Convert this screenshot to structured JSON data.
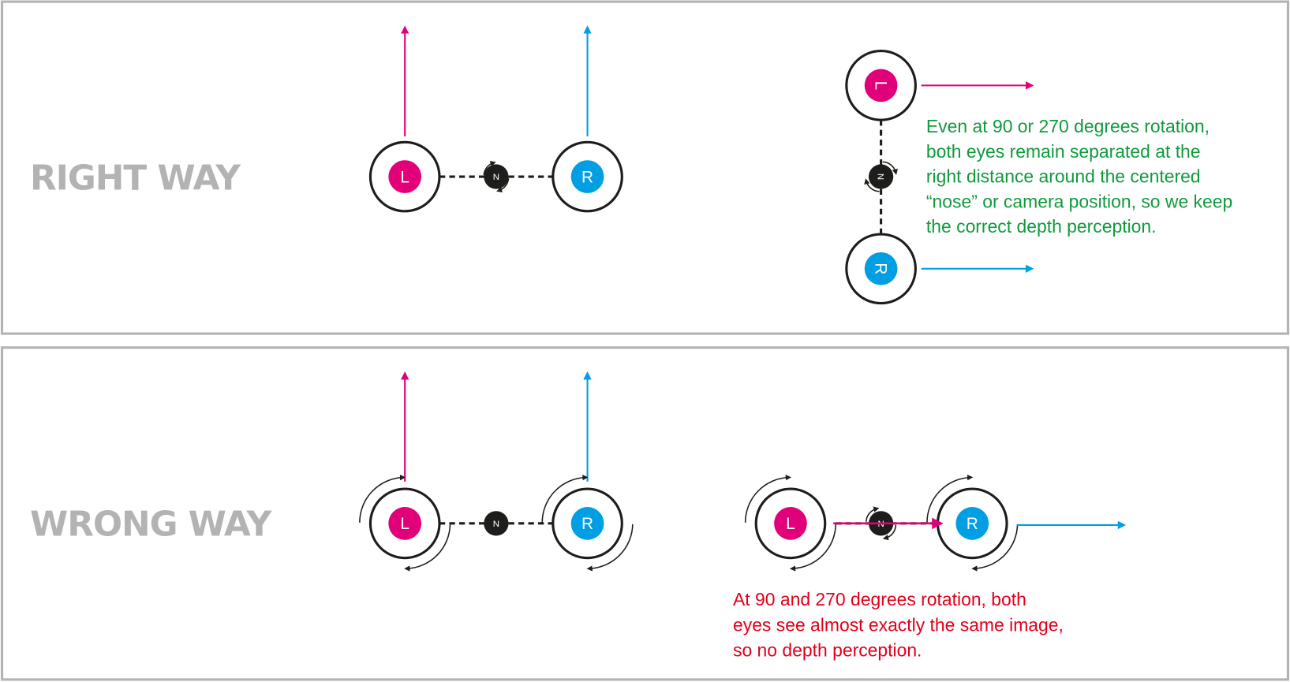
{
  "colors": {
    "left_eye": "#e2007a",
    "right_eye": "#009fe3",
    "nose": "#1d1d1b",
    "frame": "#b3b3b3",
    "title": "#b3b3b3",
    "good_note": "#0f9a3c",
    "bad_note": "#e2001a"
  },
  "panels": [
    {
      "title": "RIGHT WAY",
      "left_eye_label": "L",
      "right_eye_label": "R",
      "nose_label": "N",
      "note_lines": [
        "Even at 90 or 270 degrees rotation,",
        "both eyes remain separated at the",
        "right distance around the centered",
        "“nose” or camera position, so we keep",
        "the correct depth perception."
      ]
    },
    {
      "title": "WRONG WAY",
      "left_eye_label": "L",
      "right_eye_label": "R",
      "nose_label": "N",
      "note_lines": [
        "At 90 and 270 degrees rotation, both",
        "eyes see almost exactly the same image,",
        "so no depth perception."
      ]
    }
  ]
}
